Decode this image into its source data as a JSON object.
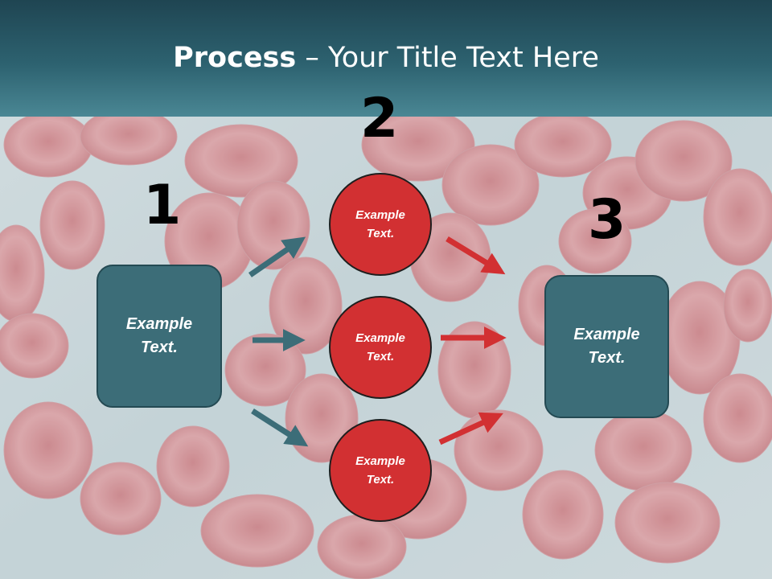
{
  "title": {
    "bold": "Process",
    "rest": " – Your Title Text Here"
  },
  "steps": {
    "one": "1",
    "two": "2",
    "three": "3"
  },
  "input_box": {
    "text": "Example Text."
  },
  "circles": [
    {
      "text": "Example Text."
    },
    {
      "text": "Example Text."
    },
    {
      "text": "Example Text."
    }
  ],
  "output_box": {
    "text": "Example Text."
  },
  "colors": {
    "header": "#2d6270",
    "box": "#3c6d78",
    "circle": "#d23032",
    "arrow_teal": "#3c6d78",
    "arrow_red": "#d23032"
  }
}
